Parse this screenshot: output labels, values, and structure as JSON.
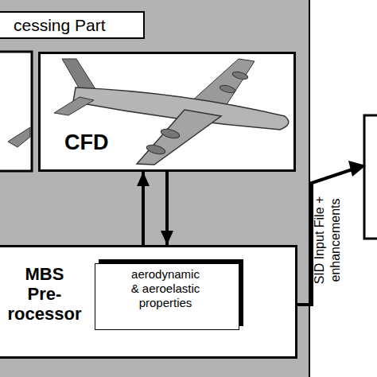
{
  "diagram": {
    "nodes": [
      {
        "text": [
          "cessing Part"
        ]
      },
      {
        "text": [
          "CFD"
        ],
        "in": 0
      },
      {
        "text": [
          "MBS Pre- rocessor"
        ],
        "in": 0
      },
      {
        "text": [
          "aerodynamic & aeroelastic properties"
        ],
        "in": 2
      }
    ],
    "edges": [
      {
        "from": 2,
        "to": 1,
        "arrow": "to"
      },
      {
        "from": 1,
        "to": 2,
        "arrow": "to"
      }
    ],
    "labels": [
      "SID Input File + enhancements"
    ]
  }
}
